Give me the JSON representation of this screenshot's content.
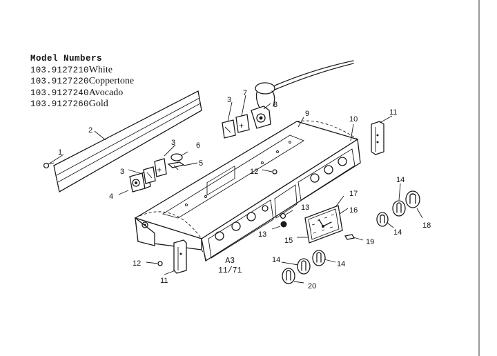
{
  "models": {
    "heading": "Model Numbers",
    "rows": [
      {
        "number": "103.9127210",
        "color": "White"
      },
      {
        "number": "103.9127220",
        "color": "Coppertone"
      },
      {
        "number": "103.9127240",
        "color": "Avocado"
      },
      {
        "number": "103.9127260",
        "color": "Gold"
      }
    ]
  },
  "stamp": {
    "line1": "A3",
    "line2": "11/71"
  },
  "callouts": {
    "c1": "1",
    "c2": "2",
    "c3a": "3",
    "c3b": "3",
    "c3c": "3",
    "c4": "4",
    "c5": "5",
    "c6": "6",
    "c7": "7",
    "c8": "8",
    "c9": "9",
    "c10": "10",
    "c11a": "11",
    "c11b": "11",
    "c12a": "12",
    "c12b": "12",
    "c13a": "13",
    "c13b": "13",
    "c14a": "14",
    "c14b": "14",
    "c14c": "14",
    "c14d": "14",
    "c15": "15",
    "c16": "16",
    "c17": "17",
    "c18": "18",
    "c19": "19",
    "c20": "20"
  }
}
